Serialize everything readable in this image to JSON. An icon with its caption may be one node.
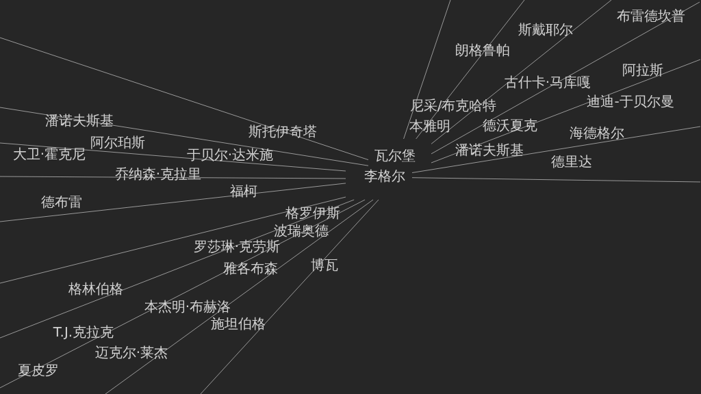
{
  "diagram": {
    "nodes": [
      {
        "text": [
          "瓦尔堡"
        ]
      },
      {
        "text": [
          "李格尔"
        ]
      }
    ],
    "edges": [
      {
        "from": 0,
        "to": null,
        "arrow": "none"
      },
      {
        "from": 0,
        "to": null,
        "arrow": "none"
      },
      {
        "from": 1,
        "to": null,
        "arrow": "none"
      },
      {
        "from": 1,
        "to": null,
        "arrow": "none"
      },
      {
        "from": 1,
        "to": null,
        "arrow": "none"
      },
      {
        "from": 1,
        "to": null,
        "arrow": "none"
      },
      {
        "from": 1,
        "to": null,
        "arrow": "none"
      },
      {
        "from": 1,
        "to": null,
        "arrow": "none"
      },
      {
        "from": 1,
        "to": null,
        "arrow": "none"
      },
      {
        "from": 1,
        "to": null,
        "arrow": "none"
      },
      {
        "from": 0,
        "to": null,
        "arrow": "none"
      },
      {
        "from": 0,
        "to": null,
        "arrow": "none"
      },
      {
        "from": 0,
        "to": null,
        "arrow": "none"
      },
      {
        "from": 0,
        "to": null,
        "arrow": "none"
      },
      {
        "from": 0,
        "to": null,
        "arrow": "none"
      },
      {
        "from": 1,
        "to": null,
        "arrow": "none"
      },
      {
        "from": 1,
        "to": null,
        "arrow": "none"
      }
    ],
    "labels": [
      "布雷德坎普",
      "斯戴耶尔",
      "朗格鲁帕",
      "阿拉斯",
      "古什卡·马库嘎",
      "迪迪-于贝尔曼",
      "尼采/布克哈特",
      "潘诺夫斯基",
      "本雅明",
      "德沃夏克",
      "斯托伊奇塔",
      "海德格尔",
      "阿尔珀斯",
      "潘诺夫斯基",
      "大卫·霍克尼",
      "于贝尔·达米施",
      "德里达",
      "乔纳森·克拉里",
      "福柯",
      "德布雷",
      "格罗伊斯",
      "波瑞奥德",
      "罗莎琳·克劳斯",
      "博瓦",
      "雅各布森",
      "格林伯格",
      "本杰明·布赫洛",
      "施坦伯格",
      "T.J.克拉克",
      "迈克尔·莱杰",
      "夏皮罗"
    ]
  }
}
